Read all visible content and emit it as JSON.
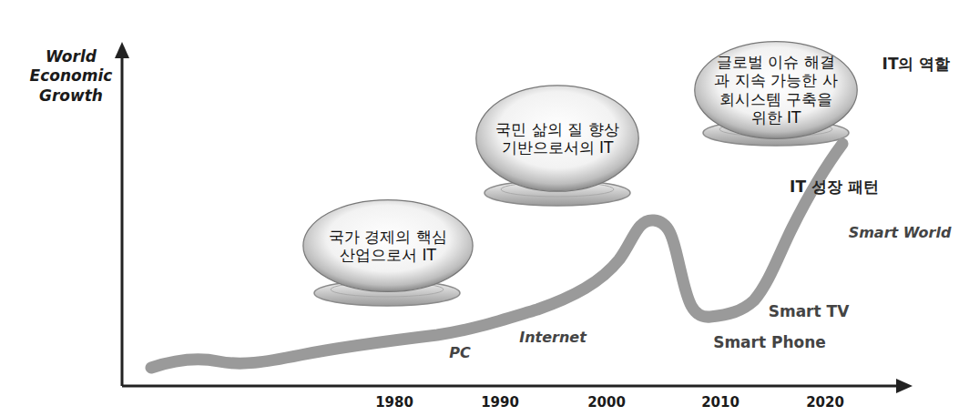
{
  "diagram": {
    "nodes": [
      {
        "text": [
          "국가 경제의 핵심산업으로서 IT"
        ]
      },
      {
        "text": [
          "국민 삶의 질 향상 기반으로서의 IT"
        ]
      },
      {
        "text": [
          "글로벌 이슈 해결과 지속 가능한 사회시스템 구축을 위한 IT"
        ]
      }
    ],
    "labels": [
      "World Economic Growth",
      "1980",
      "1990",
      "2000",
      "2010",
      "2020",
      "PC",
      "Internet",
      "Smart Phone",
      "Smart TV",
      "Smart World",
      "IT 성장 패턴",
      "IT의 역할"
    ]
  }
}
